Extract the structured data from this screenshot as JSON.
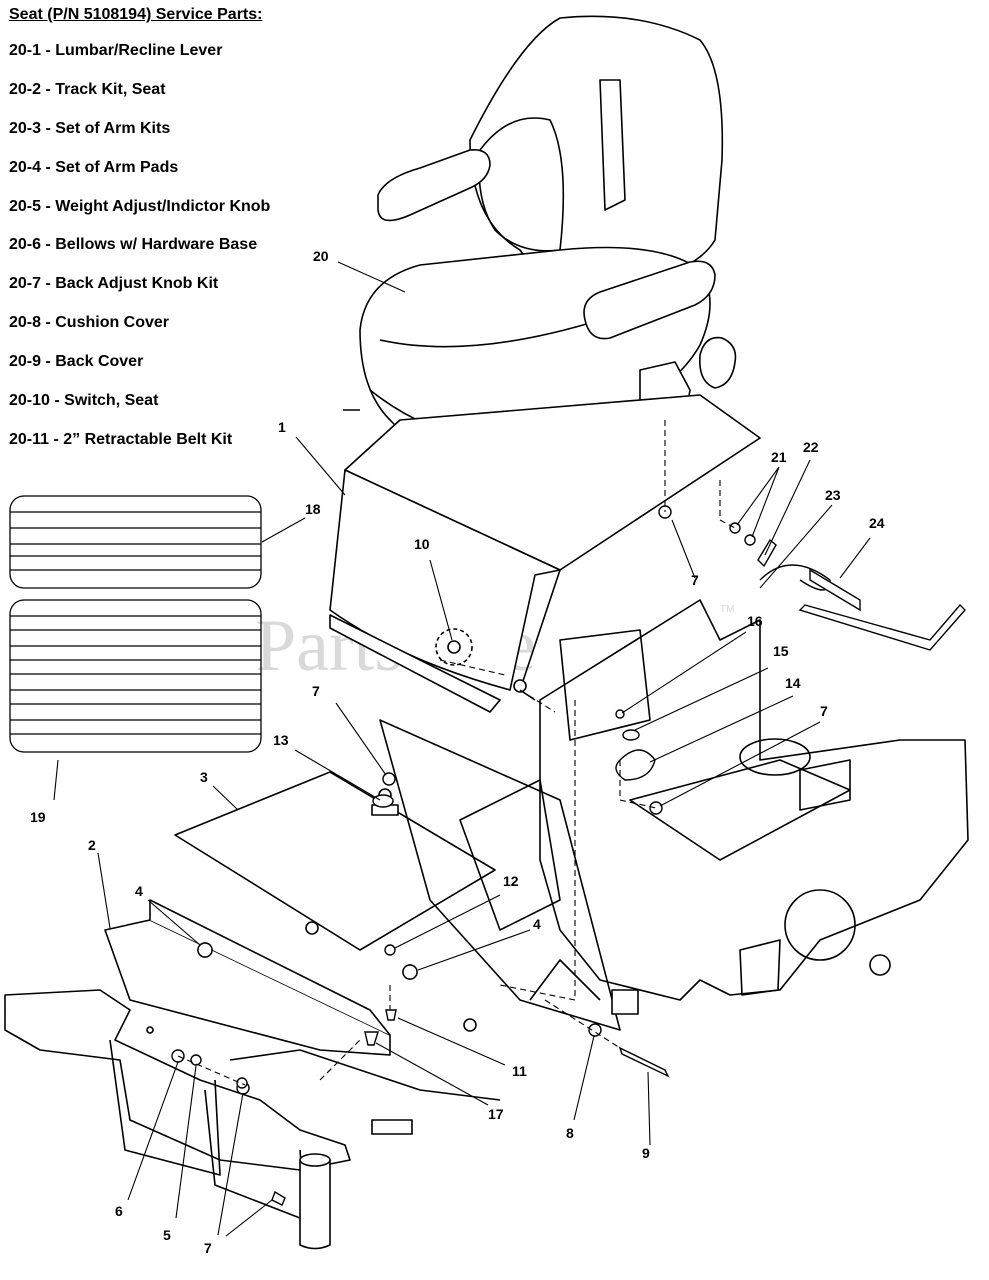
{
  "header": {
    "title": "Seat (P/N 5108194) Service Parts:"
  },
  "service_parts": [
    "20-1 - Lumbar/Recline Lever",
    "20-2 - Track Kit, Seat",
    "20-3 - Set of Arm Kits",
    "20-4 - Set of Arm Pads",
    "20-5 - Weight Adjust/Indictor Knob",
    "20-6 - Bellows w/ Hardware Base",
    "20-7 - Back Adjust Knob Kit",
    "20-8 - Cushion Cover",
    "20-9 - Back Cover",
    "20-10 - Switch, Seat",
    "20-11 - 2” Retractable Belt Kit"
  ],
  "watermark": {
    "text": "PartsTree",
    "mark": "TM"
  },
  "callouts": {
    "c20": "20",
    "c1": "1",
    "c18": "18",
    "c10": "10",
    "c19": "19",
    "c21": "21",
    "c22": "22",
    "c23": "23",
    "c24": "24",
    "c7a": "7",
    "c16": "16",
    "c15": "15",
    "c14": "14",
    "c7b": "7",
    "c7c": "7",
    "c13": "13",
    "c3": "3",
    "c2": "2",
    "c4a": "4",
    "c12": "12",
    "c4b": "4",
    "c11": "11",
    "c17": "17",
    "c8": "8",
    "c9": "9",
    "c6": "6",
    "c5": "5",
    "c7d": "7"
  }
}
